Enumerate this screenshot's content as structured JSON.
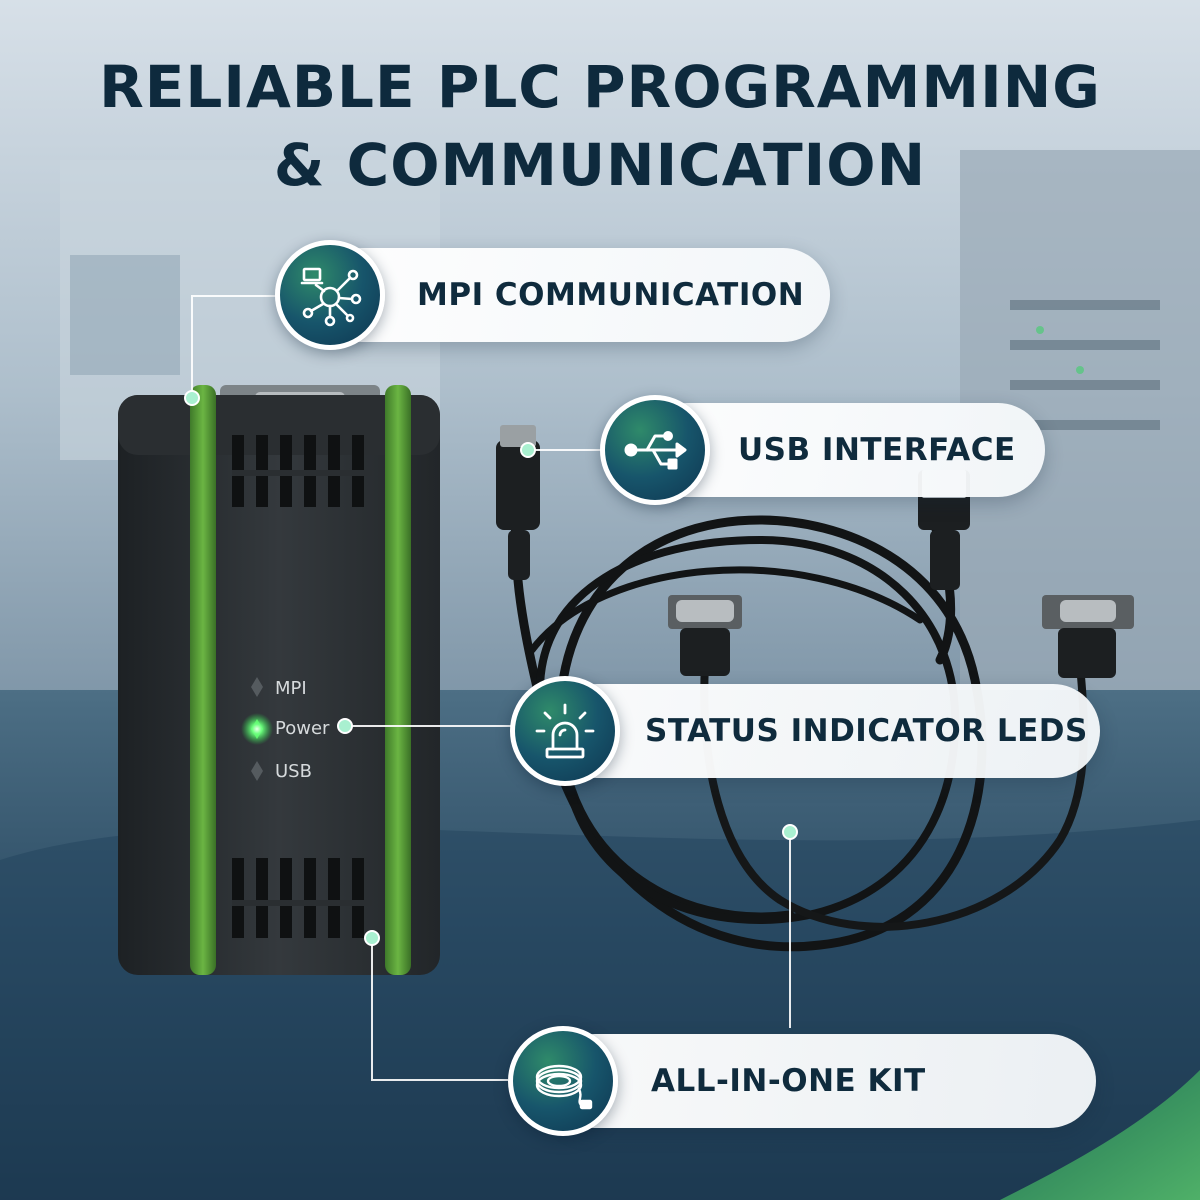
{
  "headline": {
    "line1": "RELIABLE PLC PROGRAMMING",
    "line2": "& COMMUNICATION"
  },
  "device": {
    "led_labels": [
      "MPI",
      "Power",
      "USB"
    ]
  },
  "features": [
    {
      "label": "MPI COMMUNICATION",
      "icon": "network-laptop-icon"
    },
    {
      "label": "USB INTERFACE",
      "icon": "usb-icon"
    },
    {
      "label": "STATUS INDICATOR LEDS",
      "icon": "alarm-beacon-icon"
    },
    {
      "label": "ALL-IN-ONE KIT",
      "icon": "coiled-cable-icon"
    }
  ],
  "colors": {
    "headline": "#0e2a3d",
    "badge": "#17556b",
    "accent_green": "#5fb13a",
    "led_on": "#4cff6a"
  }
}
